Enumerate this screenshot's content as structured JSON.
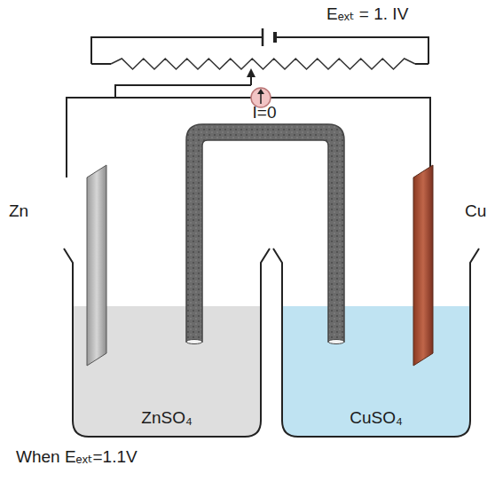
{
  "diagram": {
    "nodes": [
      {
        "text": [
          "ZnSO₄"
        ]
      },
      {
        "text": [
          "CuSO₄"
        ]
      }
    ],
    "labels": [
      "Eₑₓₜ = 1. IV",
      "I=0",
      "Zn",
      "Cu",
      "When Eₑₓₜ=1.1V"
    ]
  }
}
